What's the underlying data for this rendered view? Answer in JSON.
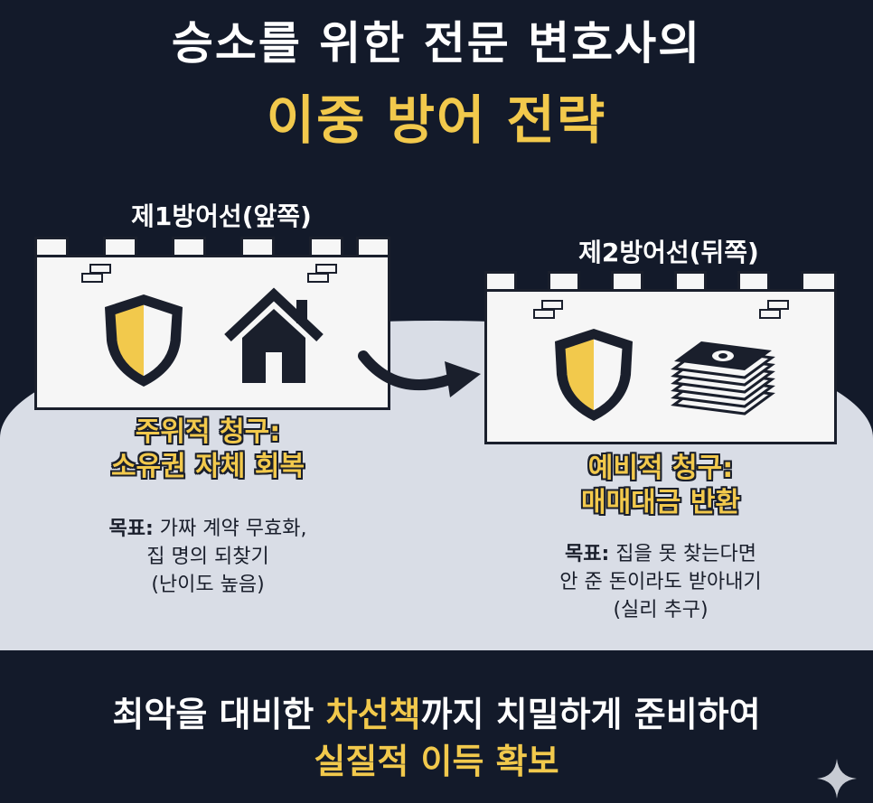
{
  "header": {
    "title_line1": "승소를 위한 전문 변호사의",
    "title_line2": "이중 방어 전략"
  },
  "line1": {
    "label": "제1방어선(앞쪽)",
    "icons": [
      "shield-icon",
      "house-icon"
    ],
    "claim_line1": "주위적 청구:",
    "claim_line2": "소유권 자체 회복",
    "goal_prefix": "목표:",
    "goal_line1": "가짜 계약 무효화,",
    "goal_line2": "집 명의 되찾기",
    "goal_line3": "(난이도 높음)"
  },
  "line2": {
    "label": "제2방어선(뒤쪽)",
    "icons": [
      "shield-icon",
      "money-stack-icon"
    ],
    "claim_line1": "예비적 청구:",
    "claim_line2": "매매대금 반환",
    "goal_prefix": "목표:",
    "goal_line1": "집을 못 찾는다면",
    "goal_line2": "안 준 돈이라도 받아내기",
    "goal_line3": "(실리 추구)"
  },
  "footer": {
    "part1": "최악을 대비한 ",
    "highlight": "차선책",
    "part2": "까지 치밀하게 준비하여",
    "line2": "실질적 이득 확보"
  },
  "colors": {
    "background": "#131a2a",
    "accent": "#f2c94c",
    "ground": "#d9dde6",
    "wall": "#f6f6f6"
  }
}
